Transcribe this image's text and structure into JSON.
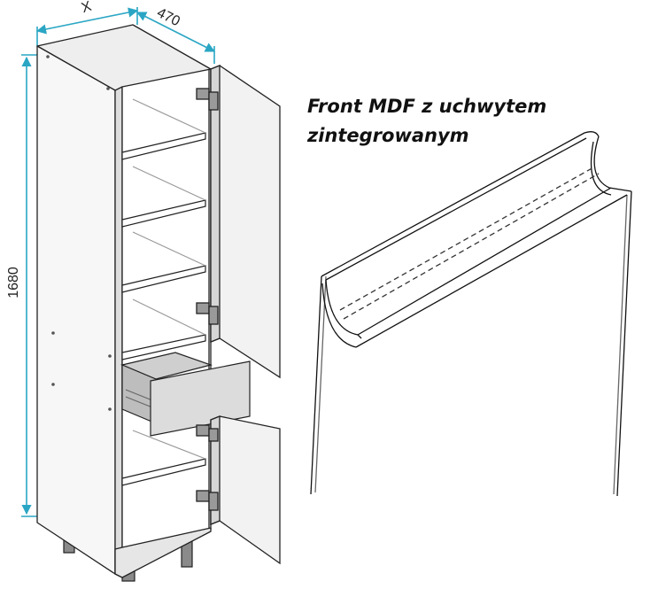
{
  "caption": {
    "line1": "Front MDF z uchwytem",
    "line2": "zintegrowanym"
  },
  "dimensions": {
    "width_label": "X",
    "depth_label": "470",
    "height_label": "1680"
  },
  "colors": {
    "dimension_line": "#2aa6c4",
    "outline": "#222222",
    "panel_fill": "#ffffff",
    "shade_fill": "#e2e2e2",
    "leg_fill": "#8a8a8a",
    "text": "#111111"
  }
}
